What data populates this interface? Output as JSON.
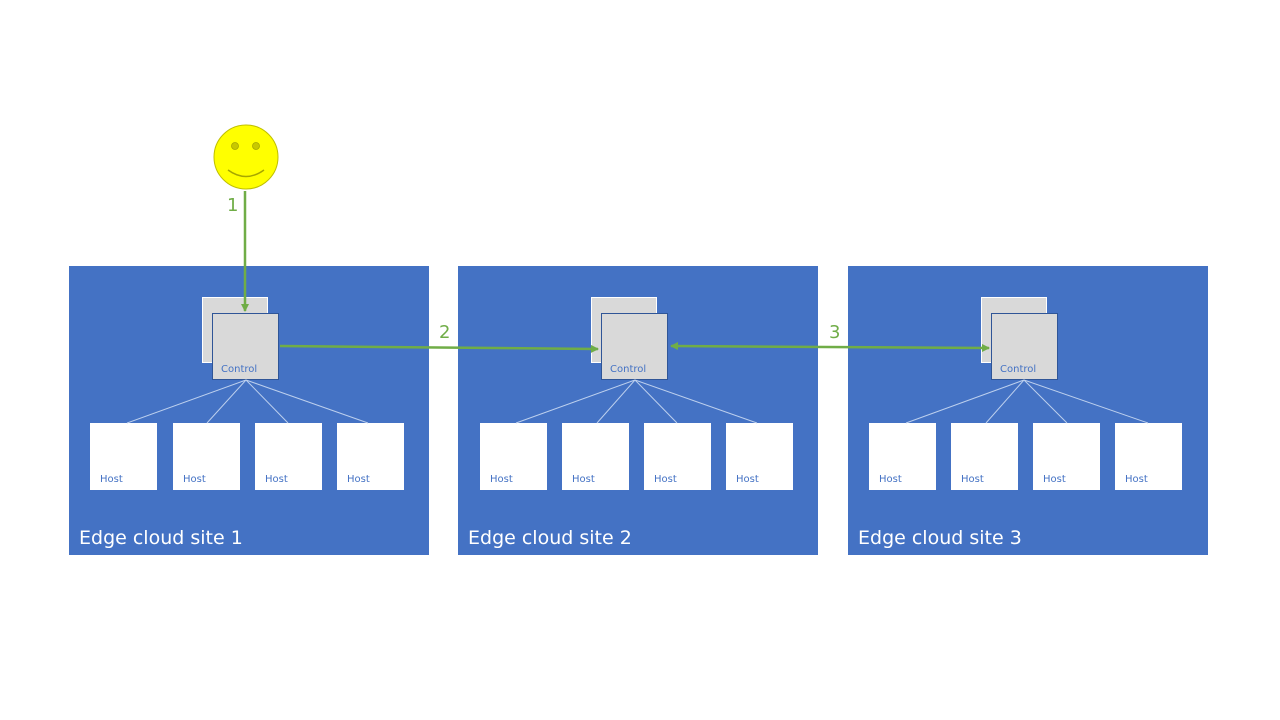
{
  "colors": {
    "site_fill": "#4472c4",
    "control_fill": "#d9d9d9",
    "host_fill": "#ffffff",
    "arrow": "#70ad47",
    "smiley_fill": "#ffff00"
  },
  "user": {
    "icon": "smiley-face-icon"
  },
  "steps": [
    {
      "label": "1"
    },
    {
      "label": "2"
    },
    {
      "label": "3"
    }
  ],
  "sites": [
    {
      "label": "Edge cloud site 1",
      "control_label": "Control",
      "hosts": [
        "Host",
        "Host",
        "Host",
        "Host"
      ]
    },
    {
      "label": "Edge cloud site 2",
      "control_label": "Control",
      "hosts": [
        "Host",
        "Host",
        "Host",
        "Host"
      ]
    },
    {
      "label": "Edge cloud site 3",
      "control_label": "Control",
      "hosts": [
        "Host",
        "Host",
        "Host",
        "Host"
      ]
    }
  ]
}
